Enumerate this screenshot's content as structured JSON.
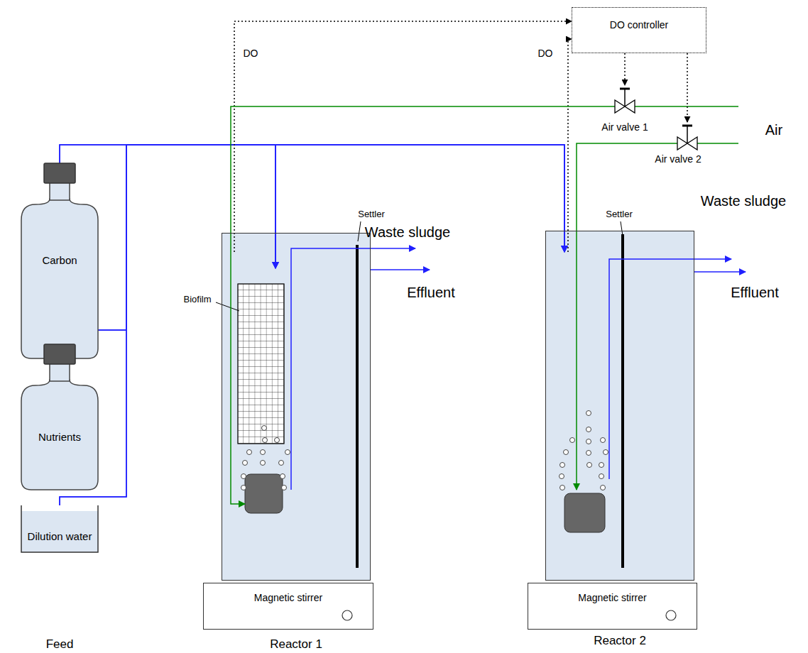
{
  "diagram": {
    "nodes": [
      {
        "text": [
          "Carbon"
        ]
      },
      {
        "text": [
          "Nutrients"
        ]
      },
      {
        "text": [
          "Dilution water"
        ]
      },
      {
        "text": [
          "Reactor 1"
        ]
      },
      {
        "text": [
          "Magnetic stirrer"
        ]
      },
      {
        "text": [
          "Reactor 2"
        ]
      },
      {
        "text": [
          "Magnetic stirrer"
        ]
      },
      {
        "text": [
          "DO controller"
        ]
      },
      {
        "text": [
          "Air valve 1"
        ]
      },
      {
        "text": [
          "Air valve 2"
        ]
      }
    ],
    "edges": [
      {
        "from": 0,
        "to": 3,
        "arrow": "to"
      },
      {
        "from": 0,
        "to": 5,
        "arrow": "to"
      },
      {
        "from": 1,
        "to": 3,
        "arrow": "to"
      },
      {
        "from": 1,
        "to": 5,
        "arrow": "to"
      },
      {
        "from": 2,
        "to": 3,
        "arrow": "to"
      },
      {
        "from": 2,
        "to": 5,
        "arrow": "to"
      },
      {
        "from": 3,
        "to": 7,
        "label": "DO",
        "arrow": "to"
      },
      {
        "from": 5,
        "to": 7,
        "label": "DO",
        "arrow": "to"
      },
      {
        "from": 7,
        "to": 8,
        "arrow": "to"
      },
      {
        "from": 7,
        "to": 9,
        "arrow": "to"
      },
      {
        "from": 8,
        "to": 3,
        "arrow": "to"
      },
      {
        "from": 9,
        "to": 5,
        "arrow": "to"
      }
    ],
    "labels": [
      "Waste sludge",
      "Settler",
      "Biofilm",
      "Effluent",
      "Waste sludge",
      "Settler",
      "Effluent",
      "Air",
      "Feed"
    ]
  }
}
